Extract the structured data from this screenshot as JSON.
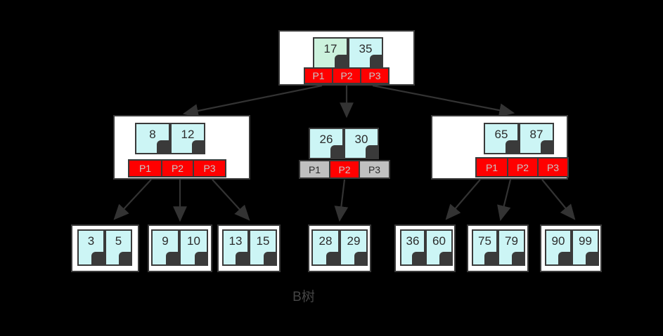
{
  "diagram": {
    "caption": "B树",
    "caption_color": "#454545",
    "background": "#000000",
    "colors": {
      "key_cyan": "#ccf5f5",
      "key_green": "#ccf2dd",
      "pointer_red": "#ff0000",
      "pointer_gray": "#c0c0c0",
      "node_white": "#ffffff",
      "stroke": "#3a3a3a",
      "edge": "#333333",
      "block_dark": "#3a3a3a"
    }
  },
  "tree": {
    "root": {
      "name": "root-node",
      "keys": [
        {
          "value": "17",
          "fill": "green"
        },
        {
          "value": "35",
          "fill": "cyan"
        }
      ],
      "pointers": [
        {
          "label": "P1",
          "state": "active"
        },
        {
          "label": "P2",
          "state": "active"
        },
        {
          "label": "P3",
          "state": "active"
        }
      ]
    },
    "internal": [
      {
        "name": "internal-node-left",
        "keys": [
          {
            "value": "8",
            "fill": "cyan"
          },
          {
            "value": "12",
            "fill": "cyan"
          }
        ],
        "pointers": [
          {
            "label": "P1",
            "state": "active"
          },
          {
            "label": "P2",
            "state": "active"
          },
          {
            "label": "P3",
            "state": "active"
          }
        ]
      },
      {
        "name": "internal-node-middle",
        "keys": [
          {
            "value": "26",
            "fill": "cyan"
          },
          {
            "value": "30",
            "fill": "cyan"
          }
        ],
        "pointers": [
          {
            "label": "P1",
            "state": "inactive"
          },
          {
            "label": "P2",
            "state": "active"
          },
          {
            "label": "P3",
            "state": "inactive"
          }
        ]
      },
      {
        "name": "internal-node-right",
        "keys": [
          {
            "value": "65",
            "fill": "cyan"
          },
          {
            "value": "87",
            "fill": "cyan"
          }
        ],
        "pointers": [
          {
            "label": "P1",
            "state": "active"
          },
          {
            "label": "P2",
            "state": "active"
          },
          {
            "label": "P3",
            "state": "active"
          }
        ]
      }
    ],
    "leaves": [
      {
        "name": "leaf-node-1",
        "keys": [
          "3",
          "5"
        ]
      },
      {
        "name": "leaf-node-2",
        "keys": [
          "9",
          "10"
        ]
      },
      {
        "name": "leaf-node-3",
        "keys": [
          "13",
          "15"
        ]
      },
      {
        "name": "leaf-node-4",
        "keys": [
          "28",
          "29"
        ]
      },
      {
        "name": "leaf-node-5",
        "keys": [
          "36",
          "60"
        ]
      },
      {
        "name": "leaf-node-6",
        "keys": [
          "75",
          "79"
        ]
      },
      {
        "name": "leaf-node-7",
        "keys": [
          "90",
          "99"
        ]
      }
    ]
  },
  "labels": {
    "root_keys": {
      "k1": "17",
      "k2": "35"
    },
    "left_keys": {
      "k1": "8",
      "k2": "12"
    },
    "mid_keys": {
      "k1": "26",
      "k2": "30"
    },
    "right_keys": {
      "k1": "65",
      "k2": "87"
    },
    "pointers": {
      "p1": "P1",
      "p2": "P2",
      "p3": "P3"
    },
    "leaf_1": {
      "a": "3",
      "b": "5"
    },
    "leaf_2": {
      "a": "9",
      "b": "10"
    },
    "leaf_3": {
      "a": "13",
      "b": "15"
    },
    "leaf_4": {
      "a": "28",
      "b": "29"
    },
    "leaf_5": {
      "a": "36",
      "b": "60"
    },
    "leaf_6": {
      "a": "75",
      "b": "79"
    },
    "leaf_7": {
      "a": "90",
      "b": "99"
    }
  }
}
